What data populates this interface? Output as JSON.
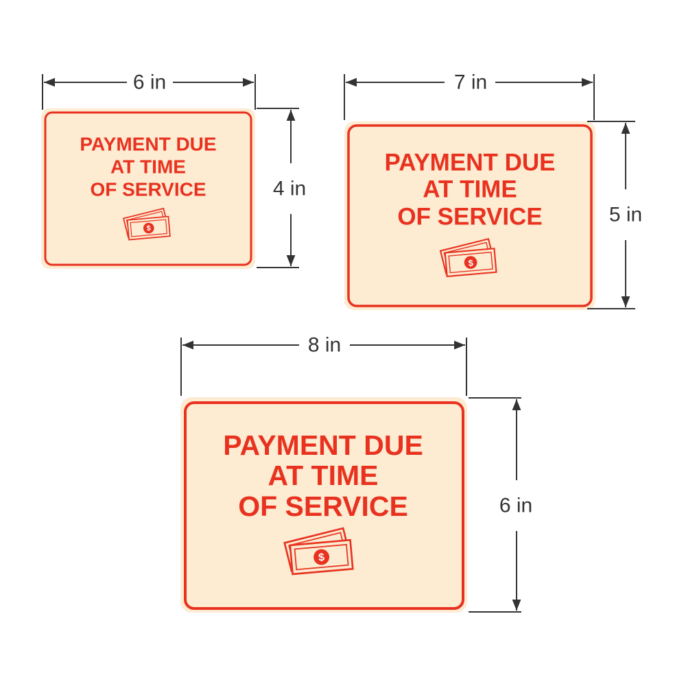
{
  "colors": {
    "sign_background": "#fdebd2",
    "sign_red": "#e8321f",
    "dimension_line": "#333333"
  },
  "signs": [
    {
      "size": "small",
      "lines": [
        "PAYMENT DUE",
        "AT TIME",
        "OF SERVICE"
      ],
      "width_label": "6 in",
      "height_label": "4 in",
      "icon": "money-bills-icon"
    },
    {
      "size": "medium",
      "lines": [
        "PAYMENT DUE",
        "AT TIME",
        "OF SERVICE"
      ],
      "width_label": "7 in",
      "height_label": "5 in",
      "icon": "money-bills-icon"
    },
    {
      "size": "large",
      "lines": [
        "PAYMENT DUE",
        "AT TIME",
        "OF SERVICE"
      ],
      "width_label": "8 in",
      "height_label": "6 in",
      "icon": "money-bills-icon"
    }
  ],
  "icon_glyph": "$"
}
